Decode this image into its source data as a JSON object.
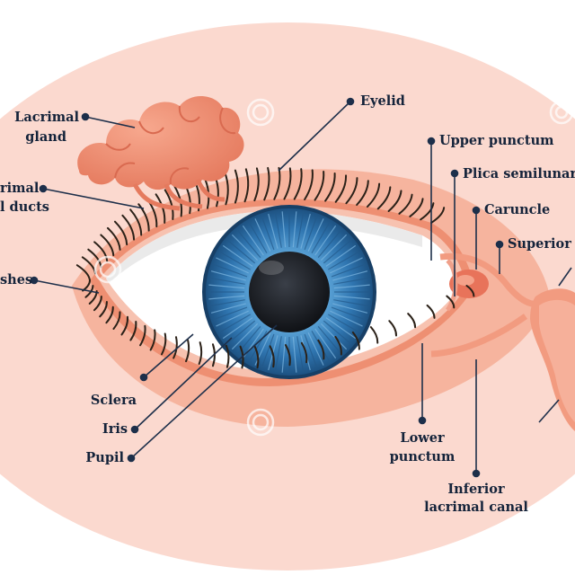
{
  "labels": {
    "eyelid": "Eyelid",
    "lacrimal_gland_1": "Lacrimal",
    "lacrimal_gland_2": "gland",
    "lacrimal_ducts_1": "rimal",
    "lacrimal_ducts_2": "l ducts",
    "eyelashes": "shes",
    "sclera": "Sclera",
    "iris": "Iris",
    "pupil": "Pupil",
    "upper_punctum": "Upper punctum",
    "plica": "Plica semilunar",
    "caruncle": "Caruncle",
    "superior": "Superior",
    "lower_punctum_1": "Lower",
    "lower_punctum_2": "punctum",
    "inferior_canal_1": "Inferior",
    "inferior_canal_2": "lacrimal canal"
  },
  "colors": {
    "background_oval": "#fbd9cf",
    "skin": "#f5ae96",
    "lid_rim": "#ee8f72",
    "sclera": "#ffffff",
    "iris_outer": "#1f5f93",
    "iris_inner": "#3f86c0",
    "pupil": "#15181d",
    "gland": "#f08a6e",
    "label_text": "#14233a"
  },
  "watermark_icons": [
    "spiral-watermark-icon"
  ]
}
